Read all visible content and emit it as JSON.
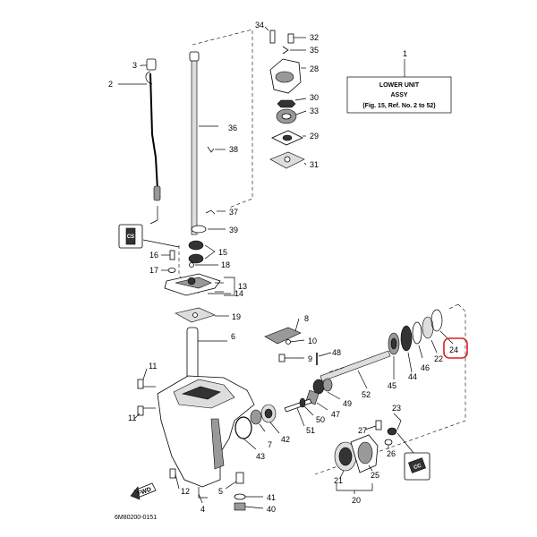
{
  "title_box": {
    "line1": "LOWER UNIT",
    "line2": "ASSY",
    "line3": "(Fig. 15, Ref. No. 2 to 52)"
  },
  "callouts": {
    "n1": "1",
    "n2": "2",
    "n3": "3",
    "n4": "4",
    "n5": "5",
    "n6": "6",
    "n7": "7",
    "n8": "8",
    "n9": "9",
    "n10": "10",
    "n11a": "11",
    "n11b": "11",
    "n12": "12",
    "n13": "13",
    "n14": "14",
    "n15": "15",
    "n16": "16",
    "n17": "17",
    "n18": "18",
    "n19": "19",
    "n20": "20",
    "n21": "21",
    "n22": "22",
    "n23": "23",
    "n24": "24",
    "n25": "25",
    "n26": "26",
    "n27": "27",
    "n28": "28",
    "n29": "29",
    "n30": "30",
    "n31": "31",
    "n32": "32",
    "n33": "33",
    "n34": "34",
    "n35": "35",
    "n36": "36",
    "n37": "37",
    "n38": "38",
    "n39": "39",
    "n40": "40",
    "n41": "41",
    "n42": "42",
    "n43": "43",
    "n44": "44",
    "n45": "45",
    "n46": "46",
    "n47": "47",
    "n48": "48",
    "n49": "49",
    "n50": "50",
    "n51": "51",
    "n52": "52"
  },
  "fwd_label": "FWD",
  "sealant_a": "CS",
  "sealant_b": "CC",
  "diagram_code": "6M80200-0151",
  "highlight_color": "#d9202a"
}
